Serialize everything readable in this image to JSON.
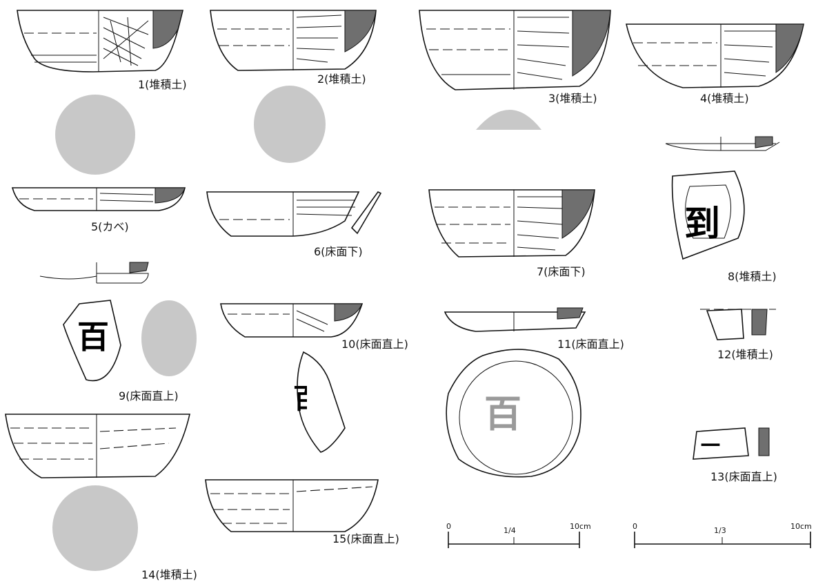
{
  "plate": {
    "labels": {
      "l1": "1(堆積土)",
      "l2": "2(堆積土)",
      "l3": "3(堆積土)",
      "l4": "4(堆積土)",
      "l5": "5(カベ)",
      "l6": "6(床面下)",
      "l7": "7(床面下)",
      "l8": "8(堆積土)",
      "l9": "9(床面直上)",
      "l10": "10(床面直上)",
      "l11": "11(床面直上)",
      "l12": "12(堆積土)",
      "l13": "13(床面直上)",
      "l14": "14(堆積土)",
      "l15": "15(床面直上)"
    },
    "inscriptions": {
      "i8": "到",
      "i9": "百",
      "i10": "百",
      "i11": "百"
    },
    "scales": {
      "s1": {
        "start": "0",
        "ratio": "1/4",
        "end": "10cm"
      },
      "s2": {
        "start": "0",
        "ratio": "1/3",
        "end": "10cm"
      }
    }
  },
  "colors": {
    "ink": "#111111",
    "section_fill": "#6f6f6f",
    "rubbing": "#9a9a9a",
    "background": "#ffffff"
  }
}
